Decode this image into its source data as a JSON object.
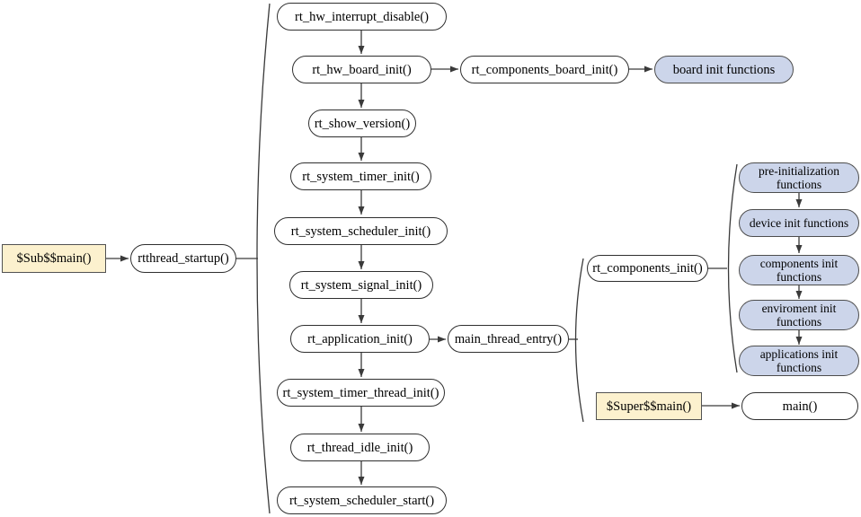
{
  "diagram": {
    "description": "RT-Thread startup sequence flowchart",
    "colors": {
      "node_fill_white": "#ffffff",
      "node_fill_blue": "#ccd5ea",
      "node_fill_yellow": "#fcf1ce",
      "node_border": "#2f2f2f",
      "connector": "#3a3a3a",
      "background": "#ffffff"
    },
    "nodes": {
      "sub_main": {
        "label": "$Sub$$main()"
      },
      "rtthread_startup": {
        "label": "rtthread_startup()"
      },
      "rt_hw_interrupt_disable": {
        "label": "rt_hw_interrupt_disable()"
      },
      "rt_hw_board_init": {
        "label": "rt_hw_board_init()"
      },
      "rt_components_board_init": {
        "label": "rt_components_board_init()"
      },
      "board_init_functions": {
        "label": "board init functions"
      },
      "rt_show_version": {
        "label": "rt_show_version()"
      },
      "rt_system_timer_init": {
        "label": "rt_system_timer_init()"
      },
      "rt_system_scheduler_init": {
        "label": "rt_system_scheduler_init()"
      },
      "rt_system_signal_init": {
        "label": "rt_system_signal_init()"
      },
      "rt_application_init": {
        "label": "rt_application_init()"
      },
      "main_thread_entry": {
        "label": "main_thread_entry()"
      },
      "rt_components_init": {
        "label": "rt_components_init()"
      },
      "pre_initialization_functions": {
        "label": "pre-initialization functions"
      },
      "device_init_functions": {
        "label": "device init functions"
      },
      "components_init_functions": {
        "label": "components init functions"
      },
      "enviroment_init_functions": {
        "label": "enviroment init functions"
      },
      "applications_init_functions": {
        "label": "applications init functions"
      },
      "super_main": {
        "label": "$Super$$main()"
      },
      "main": {
        "label": "main()"
      },
      "rt_system_timer_thread_init": {
        "label": "rt_system_timer_thread_init()"
      },
      "rt_thread_idle_init": {
        "label": "rt_thread_idle_init()"
      },
      "rt_system_scheduler_start": {
        "label": "rt_system_scheduler_start()"
      }
    }
  }
}
